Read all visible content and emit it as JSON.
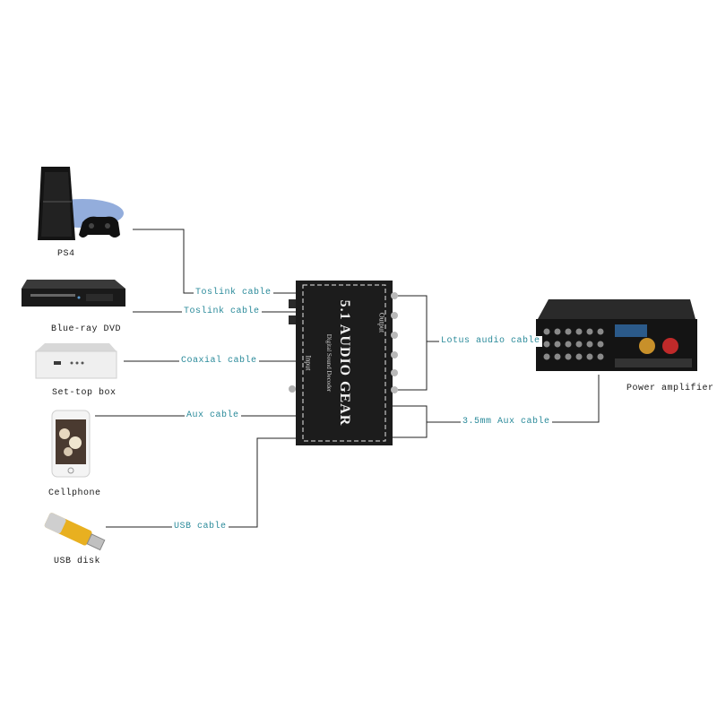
{
  "devices": {
    "ps4": "PS4",
    "bluray": "Blue-ray DVD",
    "settop": "Set-top box",
    "cellphone": "Cellphone",
    "usb": "USB disk",
    "amplifier": "Power amplifier"
  },
  "cables": {
    "toslink_1": "Toslink cable",
    "toslink_2": "Toslink cable",
    "coaxial": "Coaxial cable",
    "aux": "Aux cable",
    "usb": "USB cable",
    "lotus": "Lotus audio cable",
    "aux_35": "3.5mm Aux cable"
  },
  "decoder": {
    "title": "5.1 AUDIO GEAR",
    "subtitle": "Digital Sound Decoder",
    "input_label": "Input",
    "output_label": "Output"
  },
  "colors": {
    "cable_label": "#2a8a9a",
    "device_label": "#1a1a1a",
    "decoder_body": "#1c1c1c"
  }
}
